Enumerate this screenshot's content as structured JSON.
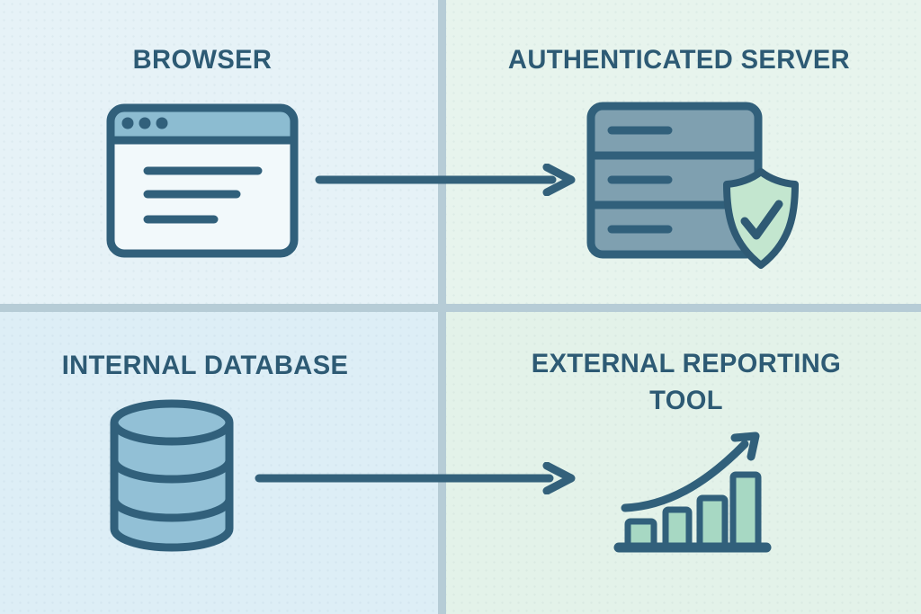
{
  "diagram_type": "flow-diagram-2x2",
  "quadrants": [
    {
      "id": "browser",
      "label": "BROWSER",
      "icon": "browser-window-icon",
      "position": "top-left"
    },
    {
      "id": "authenticated-server",
      "label": "AUTHENTICATED SERVER",
      "icon": "server-with-shield-check-icon",
      "position": "top-right"
    },
    {
      "id": "internal-database",
      "label": "INTERNAL DATABASE",
      "icon": "database-cylinder-icon",
      "position": "bottom-left"
    },
    {
      "id": "external-reporting-tool",
      "label": "EXTERNAL REPORTING TOOL",
      "icon": "growth-bar-chart-icon",
      "position": "bottom-right"
    }
  ],
  "connections": [
    {
      "from": "BROWSER",
      "to": "AUTHENTICATED SERVER",
      "style": "right-arrow"
    },
    {
      "from": "INTERNAL DATABASE",
      "to": "EXTERNAL REPORTING TOOL",
      "style": "right-arrow"
    }
  ],
  "colors": {
    "outline_dark_teal": "#31607b",
    "title_text": "#2d5a74",
    "quadrant_bg_top_left": "#e6f2f7",
    "quadrant_bg_top_right": "#e7f4ed",
    "quadrant_bg_bottom_left": "#ddeef6",
    "quadrant_bg_bottom_right": "#e3f2e9",
    "divider": "#b6ccd6",
    "browser_bar_fill": "#8cbcd1",
    "browser_body_fill": "#f2f9fb",
    "server_fill": "#7fa0b0",
    "shield_fill": "#c3e6cf",
    "database_fill": "#92c0d6",
    "chart_bar_fill": "#a7d8c3"
  }
}
